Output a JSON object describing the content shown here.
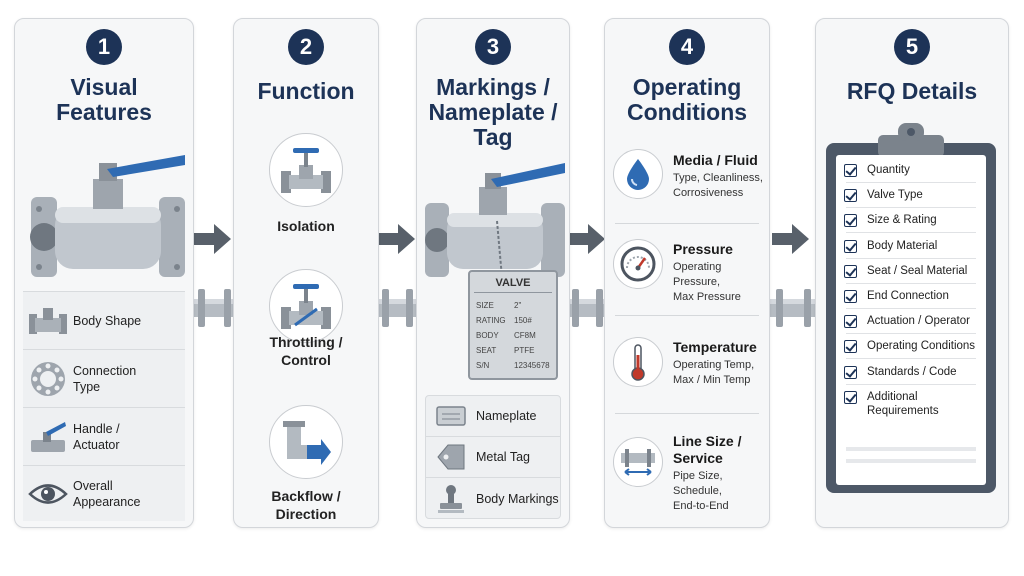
{
  "steps": [
    {
      "number": "1",
      "title": "Visual\nFeatures"
    },
    {
      "number": "2",
      "title": "Function"
    },
    {
      "number": "3",
      "title": "Markings /\nNameplate /\nTag"
    },
    {
      "number": "4",
      "title": "Operating\nConditions"
    },
    {
      "number": "5",
      "title": "RFQ Details"
    }
  ],
  "visual_features": [
    {
      "label": "Body Shape",
      "icon": "valve-body-icon"
    },
    {
      "label": "Connection\nType",
      "icon": "flange-icon"
    },
    {
      "label": "Handle /\nActuator",
      "icon": "handle-icon"
    },
    {
      "label": "Overall\nAppearance",
      "icon": "eye-icon"
    }
  ],
  "functions": [
    {
      "label": "Isolation",
      "icon": "gate-valve-icon"
    },
    {
      "label": "Throttling /\nControl",
      "icon": "throttle-valve-icon"
    },
    {
      "label": "Backflow /\nDirection",
      "icon": "elbow-arrow-icon"
    }
  ],
  "nameplate": {
    "title": "VALVE",
    "fields": [
      {
        "key": "SIZE",
        "value": "2\""
      },
      {
        "key": "RATING",
        "value": "150#"
      },
      {
        "key": "BODY",
        "value": "CF8M"
      },
      {
        "key": "SEAT",
        "value": "PTFE"
      },
      {
        "key": "S/N",
        "value": "12345678"
      }
    ]
  },
  "markings": [
    {
      "label": "Nameplate",
      "icon": "nameplate-icon"
    },
    {
      "label": "Metal Tag",
      "icon": "tag-icon"
    },
    {
      "label": "Body Markings",
      "icon": "stamp-icon"
    }
  ],
  "conditions": [
    {
      "title": "Media / Fluid",
      "desc": "Type, Cleanliness,\nCorrosiveness",
      "icon": "droplet-icon"
    },
    {
      "title": "Pressure",
      "desc": "Operating Pressure,\nMax Pressure",
      "icon": "gauge-icon"
    },
    {
      "title": "Temperature",
      "desc": "Operating Temp,\nMax / Min Temp",
      "icon": "thermometer-icon"
    },
    {
      "title": "Line Size /\nService",
      "desc": "Pipe Size, Schedule,\nEnd-to-End",
      "icon": "pipe-size-icon"
    }
  ],
  "rfq_items": [
    "Quantity",
    "Valve Type",
    "Size & Rating",
    "Body Material",
    "Seat / Seal Material",
    "End Connection",
    "Actuation / Operator",
    "Operating Conditions",
    "Standards / Code",
    "Additional\nRequirements"
  ],
  "colors": {
    "navy": "#1d3357",
    "accent_blue": "#2f6bb3",
    "panel_bg": "#f6f7f8",
    "steel": "#9ea5ad"
  }
}
